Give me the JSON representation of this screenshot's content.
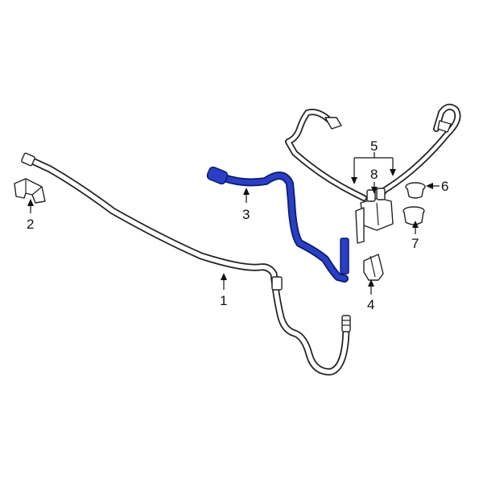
{
  "diagram": {
    "highlight_color": "#2a3fc4",
    "highlight_part": "3",
    "callouts": [
      {
        "id": "c1",
        "label": "1"
      },
      {
        "id": "c2",
        "label": "2"
      },
      {
        "id": "c3",
        "label": "3"
      },
      {
        "id": "c4",
        "label": "4"
      },
      {
        "id": "c5",
        "label": "5"
      },
      {
        "id": "c6",
        "label": "6"
      },
      {
        "id": "c7",
        "label": "7"
      },
      {
        "id": "c8",
        "label": "8"
      }
    ]
  }
}
